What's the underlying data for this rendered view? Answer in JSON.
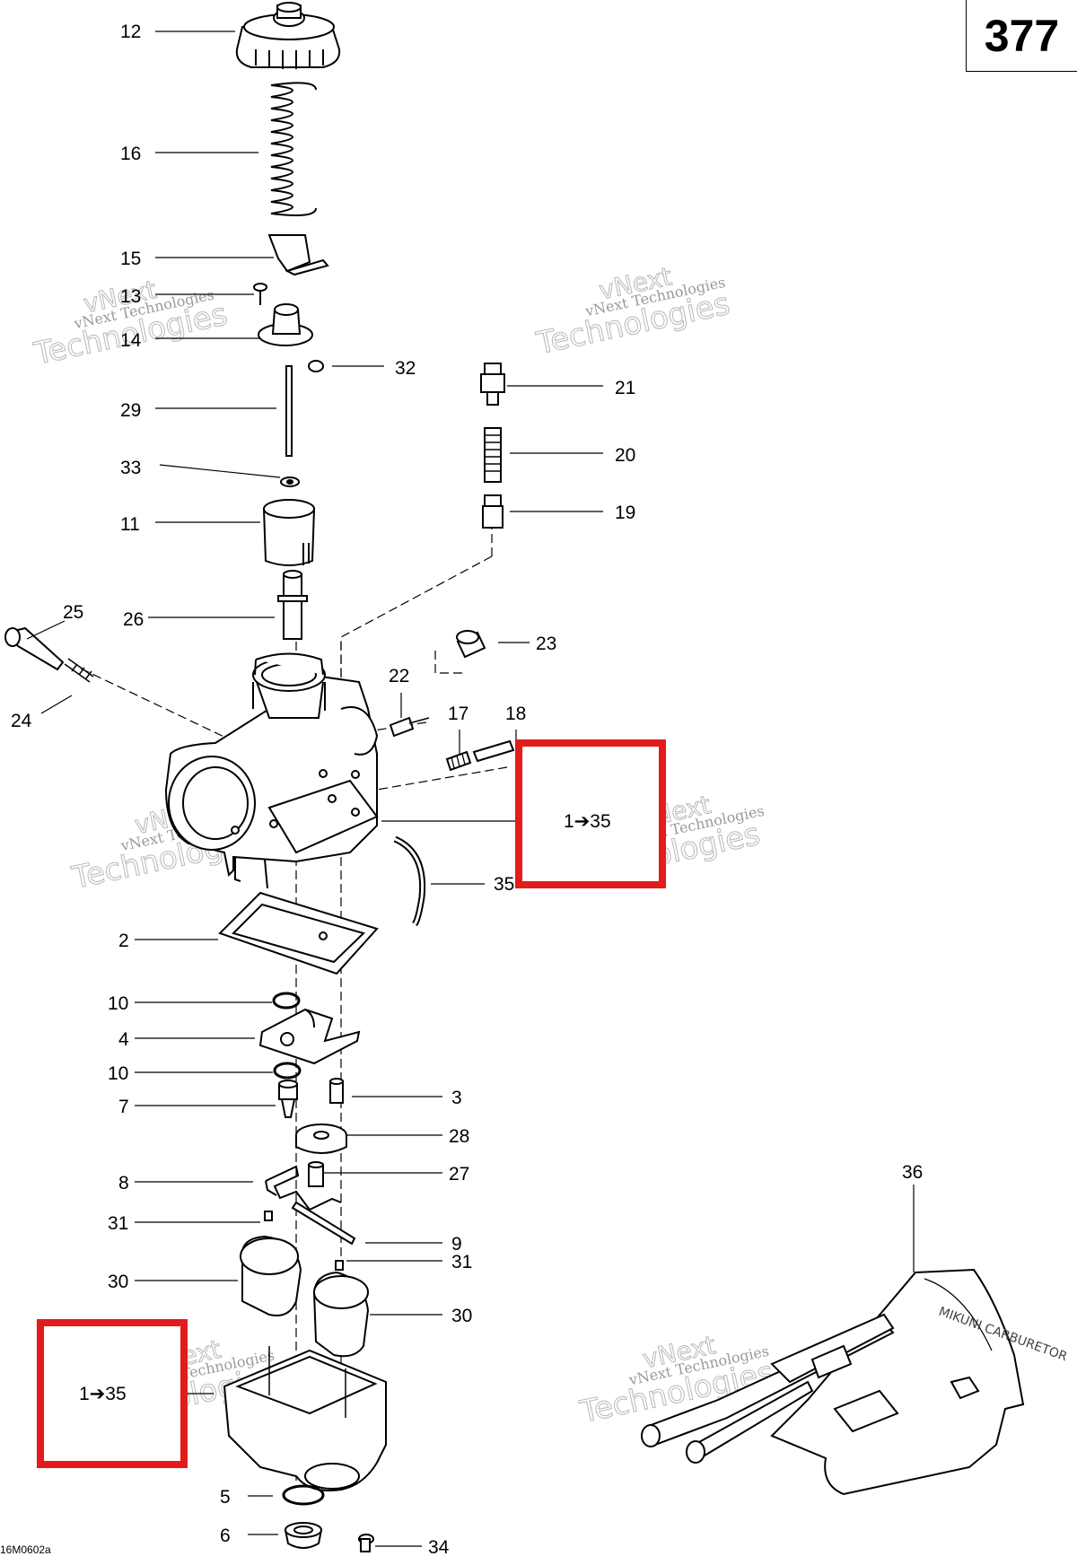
{
  "page_number": "377",
  "drawing_code": "16M0602a",
  "watermark": {
    "line1": "vNext Technologies",
    "line2": "Technologies",
    "line3": "vNext"
  },
  "highlight_color": "#e31b1b",
  "range_label": "1➔35",
  "callouts": {
    "c12": "12",
    "c16": "16",
    "c15": "15",
    "c13": "13",
    "c14": "14",
    "c32": "32",
    "c29": "29",
    "c21": "21",
    "c33": "33",
    "c20": "20",
    "c11": "11",
    "c19": "19",
    "c25": "25",
    "c26": "26",
    "c23": "23",
    "c24": "24",
    "c22": "22",
    "c17": "17",
    "c18": "18",
    "c35": "35",
    "c2": "2",
    "c10a": "10",
    "c4": "4",
    "c10b": "10",
    "c3": "3",
    "c7": "7",
    "c28": "28",
    "c8": "8",
    "c27": "27",
    "c31a": "31",
    "c9": "9",
    "c31b": "31",
    "c30a": "30",
    "c30b": "30",
    "c36": "36",
    "c5": "5",
    "c6": "6",
    "c34": "34"
  },
  "tool_kit_lettering": "MIKUNI CARBURETOR"
}
